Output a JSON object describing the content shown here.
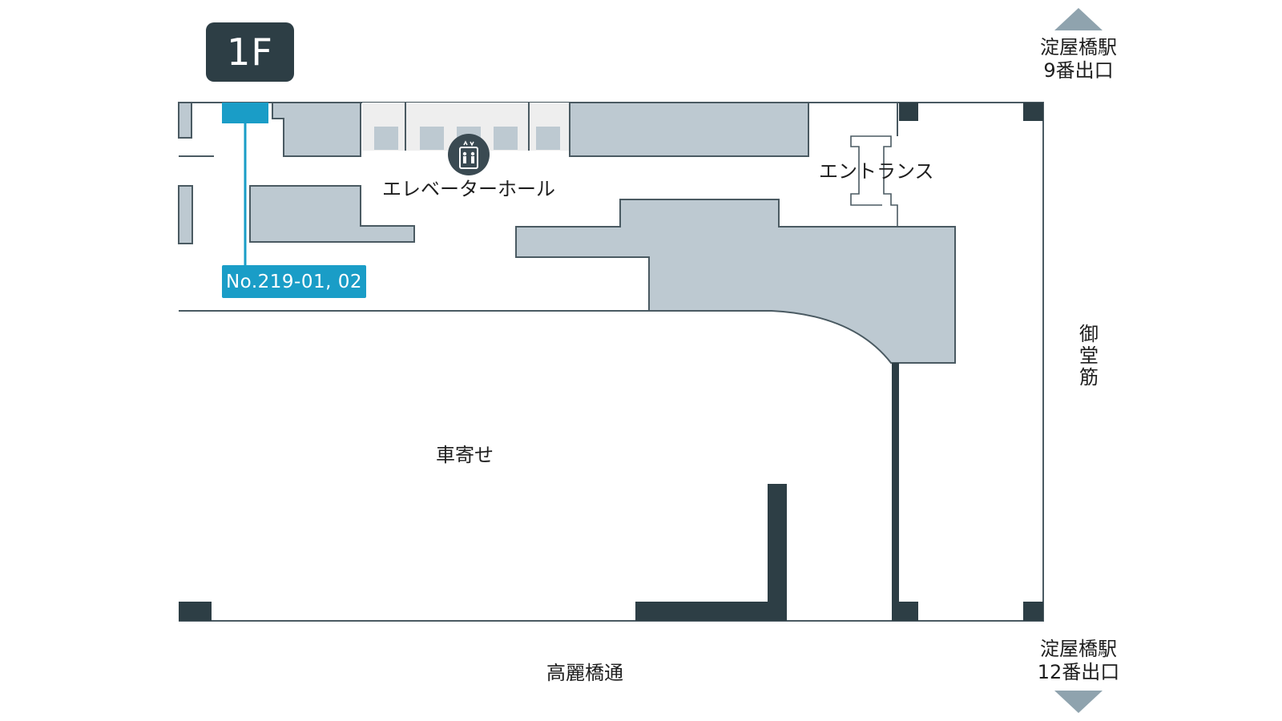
{
  "floor": {
    "label": "1F"
  },
  "labels": {
    "elevator_hall": "エレベーターホール",
    "entrance": "エントランス",
    "car_drop_off": "車寄せ",
    "street_south": "高麗橋通",
    "street_east": "御堂筋"
  },
  "exits": {
    "north": {
      "line1": "淀屋橋駅",
      "line2": "9番出口"
    },
    "south": {
      "line1": "淀屋橋駅",
      "line2": "12番出口"
    }
  },
  "highlight": {
    "label": "No.219-01, 02"
  },
  "icons": {
    "elevator": "elevator-icon",
    "arrow_up": "arrow-up-icon",
    "arrow_down": "arrow-down-icon"
  },
  "colors": {
    "room": "#bdc9d1",
    "wall": "#2d3e45",
    "highlight": "#1a9dc7",
    "arrow": "#8fa3ae",
    "corridor_block": "#eeeeee"
  }
}
